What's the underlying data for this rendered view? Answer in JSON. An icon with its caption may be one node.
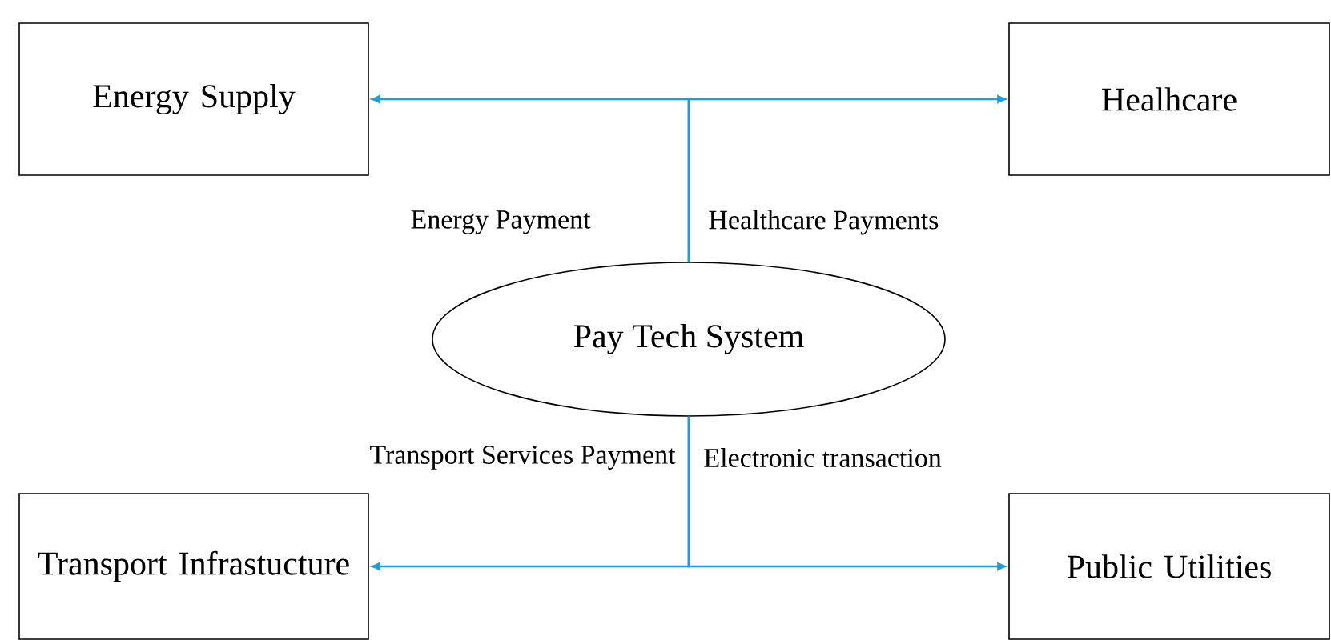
{
  "diagram": {
    "nodes": [
      {
        "text": [
          "Energy Supply"
        ]
      },
      {
        "text": [
          "Healhcare"
        ]
      },
      {
        "text": [
          "Pay Tech System"
        ]
      },
      {
        "text": [
          "Transport Infrastucture"
        ]
      },
      {
        "text": [
          "Public Utilities"
        ]
      }
    ],
    "edges": [
      {
        "from": 2,
        "to": 0,
        "arrow": "to",
        "label": "Energy Payment"
      },
      {
        "from": 2,
        "to": 1,
        "arrow": "to",
        "label": "Healthcare Payments"
      },
      {
        "from": 2,
        "to": 3,
        "arrow": "to",
        "label": "Transport Services Payment"
      },
      {
        "from": 2,
        "to": 4,
        "arrow": "to",
        "label": "Electronic transaction"
      }
    ]
  }
}
